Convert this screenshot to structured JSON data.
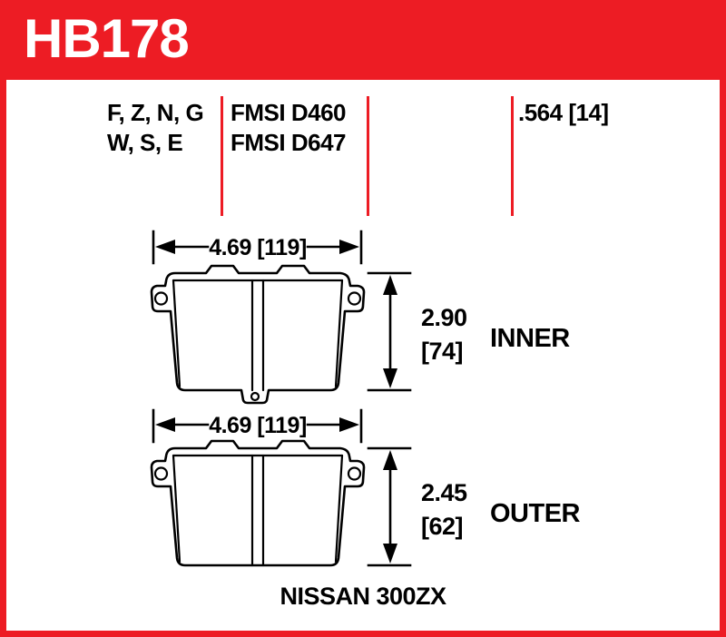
{
  "header": {
    "part_number": "HB178"
  },
  "spec_table": {
    "compound_codes": [
      "F, Z, N, G",
      "W, S, E"
    ],
    "fmsi_numbers": [
      "FMSI D460",
      "FMSI D647"
    ],
    "pad_thickness": ".564 [14]"
  },
  "inner_pad": {
    "width": "4.69 [119]",
    "height_in": "2.90",
    "height_mm": "[74]",
    "label": "INNER"
  },
  "outer_pad": {
    "width": "4.69 [119]",
    "height_in": "2.45",
    "height_mm": "[62]",
    "label": "OUTER"
  },
  "footer": {
    "vehicle": "NISSAN 300ZX"
  },
  "colors": {
    "accent_red": "#ED1C24",
    "line_black": "#000000",
    "background": "#FFFFFF",
    "header_text": "#FFFFFF"
  }
}
